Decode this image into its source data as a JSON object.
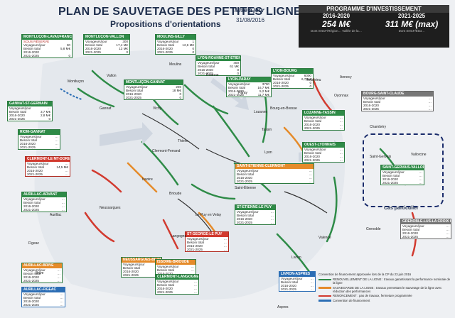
{
  "header": {
    "title": "PLAN DE SAUVETAGE DES PETITES LIGNES",
    "subtitle": "Propositions d'orientations",
    "maj_label": "Mise à jour",
    "date": "31/08/2016"
  },
  "programme": {
    "title": "PROGRAMME D'INVESTISSEMENT",
    "periods": [
      {
        "label": "2016-2020",
        "amount": "254 M€",
        "note": "Dont SNCF/Région… Vallée de la…"
      },
      {
        "label": "2021-2025",
        "amount": "311 M€ (max)",
        "note": "Dont SNCF/État…"
      }
    ]
  },
  "boxes": [
    {
      "id": "montlucon-lavaufranche",
      "title": "MONTLUÇON-LAVAUFRANCHE",
      "sub": "SOUS RÉSERVE",
      "rows": [
        [
          "Voyageurs/jour",
          "30"
        ],
        [
          "Besoin total",
          "5,8 M€"
        ],
        [
          "2016-2020",
          ""
        ],
        [
          "2021-2025",
          "0"
        ]
      ]
    },
    {
      "id": "montlucon-vallon",
      "title": "MONTLUÇON-VALLON",
      "rows": [
        [
          "Voyageurs/jour",
          "300"
        ],
        [
          "Besoin total",
          "17,4 M€"
        ],
        [
          "2016-2020",
          "13 M€"
        ],
        [
          "2021-2025",
          "0"
        ]
      ]
    },
    {
      "id": "moulins-gilly",
      "title": "MOULINS-GILLY",
      "rows": [
        [
          "Voyageurs/jour",
          "1"
        ],
        [
          "Besoin total",
          "12,6 M€"
        ],
        [
          "2016-2020",
          "0"
        ],
        [
          "2021-2025",
          "0"
        ]
      ]
    },
    {
      "id": "lyon-roanne",
      "title": "LYON-ROANNE-ST-ÉTIENNE",
      "rows": [
        [
          "Voyageurs/jour",
          "400"
        ],
        [
          "Besoin total",
          "61 M€"
        ],
        [
          "2016-2020",
          "0"
        ],
        [
          "2021-2025",
          "0"
        ]
      ]
    },
    {
      "id": "montlucon-gannat",
      "title": "MONTLUÇON-GANNAT",
      "rows": [
        [
          "Voyageurs/jour",
          "200"
        ],
        [
          "Besoin total",
          "18 M€"
        ],
        [
          "2016-2020",
          "0"
        ],
        [
          "2021-2025",
          "0"
        ]
      ]
    },
    {
      "id": "lyon-paray",
      "title": "LYON-PARAY",
      "rows": [
        [
          "Voyageurs/jour",
          "3700"
        ],
        [
          "Besoin total",
          "16,7 M€"
        ],
        [
          "2016-2020",
          "5,2 M€"
        ],
        [
          "2021-2025",
          "11,7 M€"
        ]
      ]
    },
    {
      "id": "lyon-bourg",
      "title": "LYON-BOURG",
      "rows": [
        [
          "Voyageurs/jour",
          "6000"
        ],
        [
          "Besoin total",
          "6,7 M€"
        ],
        [
          "2016-2020",
          "0"
        ],
        [
          "2021-2025",
          "0"
        ]
      ]
    },
    {
      "id": "bourg-st-claude",
      "title": "BOURG-SAINT-CLAUDE",
      "rows": [
        [
          "Voyageurs/jour",
          "…"
        ],
        [
          "Besoin total",
          "…"
        ],
        [
          "2016-2020",
          "…"
        ],
        [
          "2021-2025",
          "…"
        ]
      ]
    },
    {
      "id": "gannat-st-germain",
      "title": "GANNAT-ST-GERMAIN",
      "rows": [
        [
          "Voyageurs/jour",
          "…"
        ],
        [
          "Besoin total",
          "3,7 M€"
        ],
        [
          "2016-2020",
          "2,8 M€"
        ],
        [
          "2021-2025",
          "0"
        ]
      ]
    },
    {
      "id": "riom-gannat",
      "title": "RIOM-GANNAT",
      "rows": [
        [
          "Voyageurs/jour",
          "…"
        ],
        [
          "Besoin total",
          "…"
        ],
        [
          "2016-2020",
          "…"
        ],
        [
          "2021-2025",
          "…"
        ]
      ]
    },
    {
      "id": "lozanne-tassin",
      "title": "LOZANNE-TASSIN",
      "rows": [
        [
          "Voyageurs/jour",
          "…"
        ],
        [
          "Besoin total",
          "…"
        ],
        [
          "2016-2020",
          "…"
        ],
        [
          "2021-2025",
          "…"
        ]
      ]
    },
    {
      "id": "ouest-lyonnais",
      "title": "OUEST-LYONNAIS",
      "rows": [
        [
          "Voyageurs/jour",
          "…"
        ],
        [
          "Besoin total",
          "…"
        ],
        [
          "2016-2020",
          "…"
        ],
        [
          "2021-2025",
          "…"
        ]
      ]
    },
    {
      "id": "clermont-mont-dore",
      "title": "CLERMONT-LE MT-DORE",
      "rows": [
        [
          "Voyageurs/jour",
          "…"
        ],
        [
          "Besoin total",
          "14,5 M€"
        ],
        [
          "2016-2020",
          "…"
        ],
        [
          "2021-2025",
          "…"
        ]
      ]
    },
    {
      "id": "st-etienne-clermont",
      "title": "SAINT-ETIENNE-CLERMONT",
      "rows": [
        [
          "Voyageurs/jour",
          "…"
        ],
        [
          "Besoin total",
          "…"
        ],
        [
          "2016-2020",
          "…"
        ],
        [
          "2021-2025",
          "…"
        ]
      ]
    },
    {
      "id": "st-gervais-vallorcine",
      "title": "SAINT-GERVAIS-VALLORCINE",
      "rows": [
        [
          "Voyageurs/jour",
          "…"
        ],
        [
          "Besoin total",
          "…"
        ],
        [
          "2016-2020",
          "…"
        ],
        [
          "2021-2025",
          "…"
        ]
      ]
    },
    {
      "id": "aurillac-arvant",
      "title": "AURILLAC-ARVANT",
      "rows": [
        [
          "Voyageurs/jour",
          "…"
        ],
        [
          "Besoin total",
          "…"
        ],
        [
          "2016-2020",
          "…"
        ],
        [
          "2021-2025",
          "…"
        ]
      ]
    },
    {
      "id": "st-etienne-le-puy",
      "title": "ST-ETIENNE-LE PUY",
      "rows": [
        [
          "Voyageurs/jour",
          "…"
        ],
        [
          "Besoin total",
          "…"
        ],
        [
          "2016-2020",
          "…"
        ],
        [
          "2021-2025",
          "…"
        ]
      ]
    },
    {
      "id": "st-georges-le-puy",
      "title": "ST-GEORGE-LE PUY",
      "rows": [
        [
          "Voyageurs/jour",
          "…"
        ],
        [
          "Besoin total",
          "…"
        ],
        [
          "2016-2020",
          "…"
        ],
        [
          "2021-2025",
          "…"
        ]
      ]
    },
    {
      "id": "grenoble-croix-haute",
      "title": "GRENOBLE-LUS-LA CROIX HAUTE",
      "rows": [
        [
          "Voyageurs/jour",
          "…"
        ],
        [
          "Besoin total",
          "…"
        ],
        [
          "2016-2020",
          "…"
        ],
        [
          "2021-2025",
          "…"
        ]
      ]
    },
    {
      "id": "aurillac-brive",
      "title": "AURILLAC-BRIVE",
      "rows": [
        [
          "Voyageurs/jour",
          "…"
        ],
        [
          "Besoin total",
          "…"
        ],
        [
          "2016-2020",
          "…"
        ],
        [
          "2021-2025",
          "…"
        ]
      ]
    },
    {
      "id": "neussargues",
      "title": "NEUSSARGUES-BÉZIERS",
      "rows": [
        [
          "Voyageurs/jour",
          "…"
        ],
        [
          "Besoin total",
          "…"
        ],
        [
          "2016-2020",
          "…"
        ],
        [
          "2021-2025",
          "…"
        ]
      ]
    },
    {
      "id": "issoire-brioude",
      "title": "ISSOIRE-BRIOUDE",
      "rows": [
        [
          "Voyageurs/jour",
          "…"
        ],
        [
          "Besoin total",
          "…"
        ],
        [
          "2016-2020",
          "…"
        ],
        [
          "2021-2025",
          "…"
        ]
      ]
    },
    {
      "id": "clermont-langogne",
      "title": "CLERMONT-LANGOGNE",
      "rows": [
        [
          "Voyageurs/jour",
          "…"
        ],
        [
          "Besoin total",
          "…"
        ],
        [
          "2016-2020",
          "…"
        ],
        [
          "2021-2025",
          "…"
        ]
      ]
    },
    {
      "id": "livron-aspres",
      "title": "LIVRON-ASPRES",
      "rows": [
        [
          "Voyageurs/jour",
          "…"
        ],
        [
          "Besoin total",
          "…"
        ],
        [
          "2016-2020",
          "…"
        ],
        [
          "2021-2025",
          "…"
        ]
      ]
    },
    {
      "id": "aurillac-figeac",
      "title": "AURILLAC-FIGEAC",
      "rows": [
        [
          "Voyageurs/jour",
          "…"
        ],
        [
          "Besoin total",
          "…"
        ],
        [
          "2016-2020",
          "…"
        ],
        [
          "2021-2025",
          "…"
        ]
      ]
    }
  ],
  "towns": [
    "Montluçon",
    "Moulins",
    "Vallon",
    "Gannat",
    "Clermont-Ferrand",
    "Lyon",
    "Roanne",
    "Saint-Étienne",
    "Le Puy en Velay",
    "Aurillac",
    "Bourg-en-Bresse",
    "Grenoble",
    "Valence",
    "Vichy",
    "Thiers",
    "Issoire",
    "Brioude",
    "Langogne",
    "Paray",
    "Lozanne",
    "Tassin",
    "Neussargues",
    "Figeac",
    "Brive",
    "Livron",
    "Aspres",
    "Vallorcine",
    "Saint-Gervais",
    "Annecy",
    "Chambéry",
    "Ambérieu",
    "Oyonnax"
  ],
  "legend": {
    "items": [
      {
        "color": "#2e8b47",
        "text": "RENOUVELLEMENT DE LA LIGNE : travaux garantissant la performance nominale de la ligne"
      },
      {
        "color": "#e58b2a",
        "text": "SAUVEGARDE DE LA LIGNE : travaux permettant le sauvetage de la ligne avec réduction des performances"
      },
      {
        "color": "#d23a2f",
        "text": "RENONCEMENT : pas de travaux, fermeture programmée"
      },
      {
        "color": "#2c6eb5",
        "text": "Convention de financement"
      }
    ],
    "convention": "Convention de financement approuvée lors de la CP du 23 juin 2016"
  },
  "cas_particulier": "Cas particulier"
}
